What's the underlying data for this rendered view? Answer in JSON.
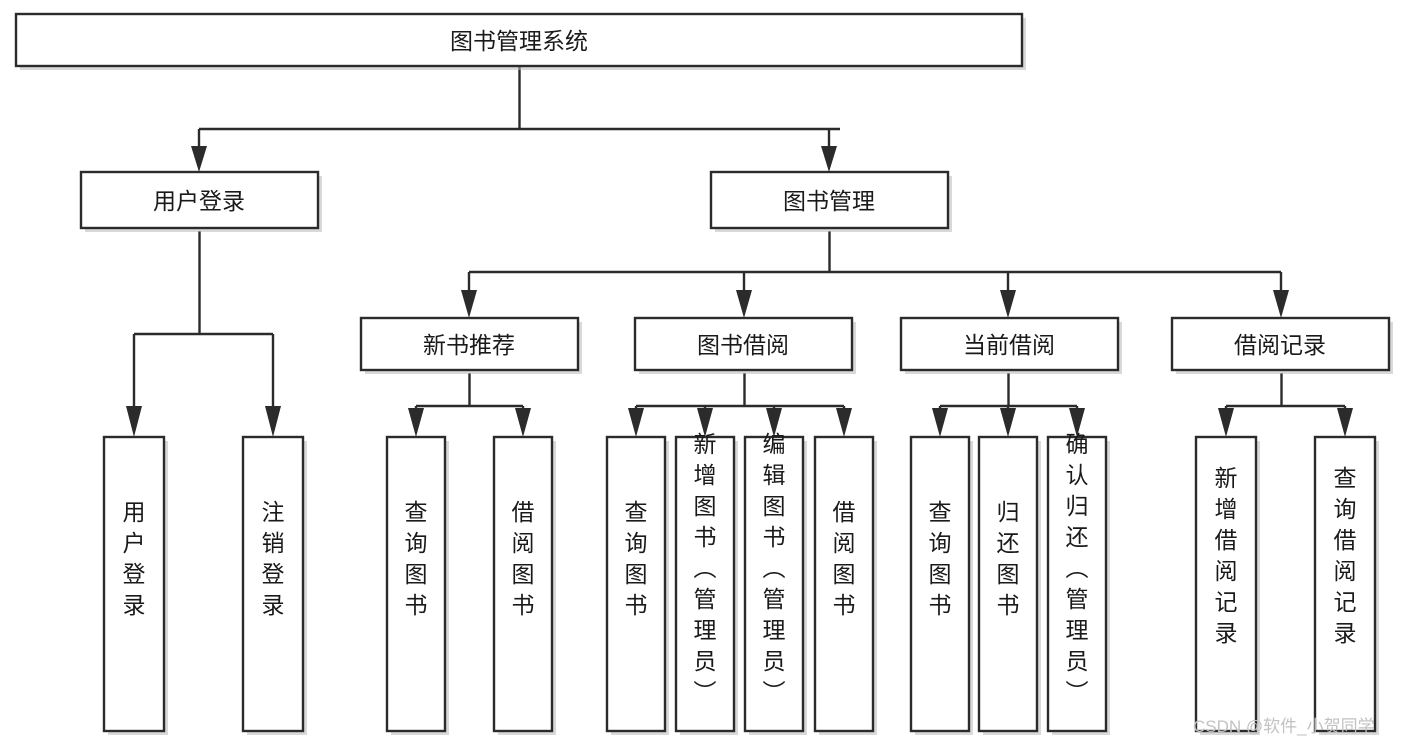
{
  "title": "图书管理系统",
  "watermark": "CSDN @软件_小贺同学",
  "tree": {
    "root": {
      "id": "root",
      "label": "图书管理系统"
    },
    "level2": [
      {
        "id": "user-login",
        "label": "用户登录"
      },
      {
        "id": "book-management",
        "label": "图书管理"
      }
    ],
    "level3": [
      {
        "id": "new-book-recommend",
        "label": "新书推荐",
        "parent": "book-management"
      },
      {
        "id": "book-borrow",
        "label": "图书借阅",
        "parent": "book-management"
      },
      {
        "id": "current-borrow",
        "label": "当前借阅",
        "parent": "book-management"
      },
      {
        "id": "borrow-record",
        "label": "借阅记录",
        "parent": "book-management"
      }
    ],
    "leaves": [
      {
        "id": "leaf-user-login",
        "label": "用户登录",
        "parent": "user-login"
      },
      {
        "id": "leaf-user-logout",
        "label": "注销登录",
        "parent": "user-login"
      },
      {
        "id": "leaf-query-book-1",
        "label": "查询图书",
        "parent": "new-book-recommend"
      },
      {
        "id": "leaf-borrow-book-1",
        "label": "借阅图书",
        "parent": "new-book-recommend"
      },
      {
        "id": "leaf-query-book-2",
        "label": "查询图书",
        "parent": "book-borrow"
      },
      {
        "id": "leaf-add-book",
        "label": "新增图书（管理员）",
        "parent": "book-borrow"
      },
      {
        "id": "leaf-edit-book",
        "label": "编辑图书（管理员）",
        "parent": "book-borrow"
      },
      {
        "id": "leaf-borrow-book-2",
        "label": "借阅图书",
        "parent": "book-borrow"
      },
      {
        "id": "leaf-query-book-3",
        "label": "查询图书",
        "parent": "current-borrow"
      },
      {
        "id": "leaf-return-book",
        "label": "归还图书",
        "parent": "current-borrow"
      },
      {
        "id": "leaf-confirm-return",
        "label": "确认归还（管理员）",
        "parent": "current-borrow"
      },
      {
        "id": "leaf-add-record",
        "label": "新增借阅记录",
        "parent": "borrow-record"
      },
      {
        "id": "leaf-query-record",
        "label": "查询借阅记录",
        "parent": "borrow-record"
      }
    ]
  },
  "colors": {
    "stroke": "#2b2b2b",
    "fill": "#ffffff",
    "text": "#1a1a1a",
    "watermark": "#c2c2c2",
    "shadow": "#b9b9b9"
  }
}
